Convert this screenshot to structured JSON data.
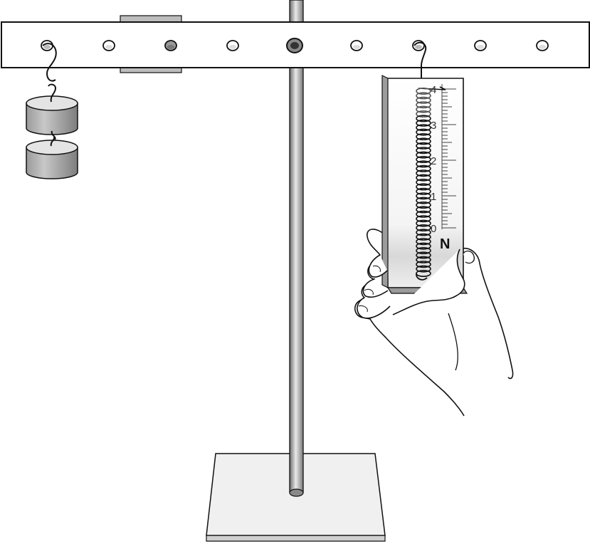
{
  "spring_scale": {
    "scale_numbers": [
      "4",
      "3",
      "2",
      "1",
      "0"
    ],
    "unit": "N"
  },
  "lever": {
    "hole_count": 9
  },
  "hanging_weights": {
    "count": 2
  },
  "colors": {
    "outline": "#111111",
    "weight_body": "#a8a8a8",
    "weight_top": "#e4e4e4",
    "metal_light": "#e8e8e8",
    "base_top": "#f0f0f0",
    "clamp": "#bdbdbd"
  }
}
